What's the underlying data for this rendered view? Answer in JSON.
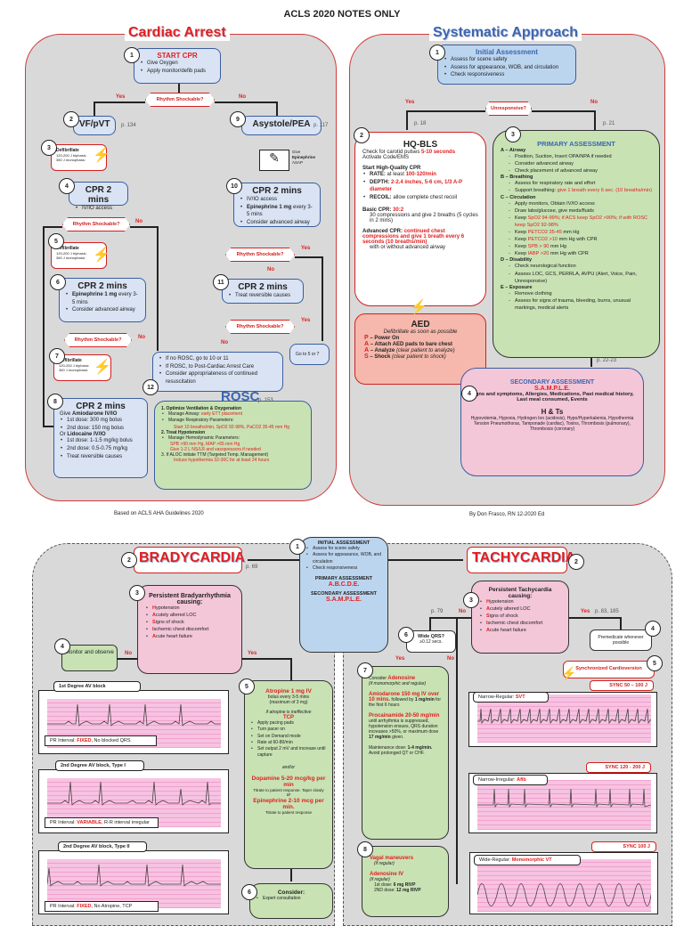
{
  "page_title": "ACLS 2020 NOTES ONLY",
  "cardiac_arrest": {
    "title": "Cardiac Arrest",
    "step1": {
      "num": "1",
      "title": "START CPR",
      "items": [
        "Give Oxygen",
        "Apply monitor/defib pads"
      ]
    },
    "shockable_q": "Rhythm Shockable?",
    "yes": "Yes",
    "no": "No",
    "step2": {
      "num": "2",
      "title": "VF/pVT",
      "page": "p. 134"
    },
    "step3": {
      "num": "3",
      "title": "Defibrillate",
      "l1": "120-200 J biphasic",
      "l2": "360 J monophasic"
    },
    "step4": {
      "num": "4",
      "title": "CPR 2 mins",
      "items": [
        "IV/IO access"
      ]
    },
    "step5": {
      "num": "5",
      "title": "Defibrillate",
      "l1": "120-200 J biphasic",
      "l2": "360 J monophasic"
    },
    "step6": {
      "num": "6",
      "title": "CPR 2 mins",
      "b1": "Epinephrine 1 mg",
      "b1s": " every 3-5 mins",
      "b2": "Consider advanced airway"
    },
    "step7": {
      "num": "7",
      "title": "Defibrillate",
      "l1": "120-200 J biphasic",
      "l2": "360 J monophasic"
    },
    "step8": {
      "num": "8",
      "title": "CPR 2 mins",
      "give": "Give ",
      "amio": "Amiodarone IV/IO",
      "a1": "1st dose: 300 mg bolus",
      "a2": "2nd dose: 150 mg bolus",
      "or": "Or ",
      "lido": "Lidocaine IV/IO",
      "l1": "1st dose: 1-1.5 mg/kg bolus",
      "l2": "2nd dose: 0.5-0.75 mg/kg",
      "l3": "Treat reversible causes"
    },
    "step9": {
      "num": "9",
      "title": "Asystole/PEA",
      "page": "p. 117"
    },
    "epi_give": {
      "l1": "Give",
      "l2": "Epinephrine",
      "l3": "ASAP"
    },
    "step10": {
      "num": "10",
      "title": "CPR 2 mins",
      "i1": "IV/IO access",
      "i2b": "Epinephrine 1 mg",
      "i2": " every 3-5 mins",
      "i3": "Consider advanced airway"
    },
    "step11": {
      "num": "11",
      "title": "CPR 2 mins",
      "items": [
        "Treat reversible causes"
      ]
    },
    "goto": "Go to 5 or 7",
    "step12": {
      "num": "12",
      "items": [
        "If no ROSC, go to 10 or 11",
        "If ROSC, to Post-Cardiac Arrest Care",
        "Consider appropriateness of continued resuscitation"
      ]
    },
    "rosc": {
      "title": "ROSC",
      "page": "p. 153",
      "h1": "1.  Optimize Ventilation & Oxygenation",
      "i1": "Manage Airway: ",
      "i1r": "early ETT placement",
      "i2": "Manage Respiratory Parameters:",
      "i2r": "Start 10 breaths/min, SpO2 92-98%, PaCO2 35-45 mm Hg",
      "h2": "2.  Treat Hypotension",
      "i3": "Manage Hemodynamic Parameters:",
      "i3r1": "SPB >90 mm Hg, MAP >65 mm Hg",
      "i3r2": "Give 1-2 L NS/LR and vasopressors if needed",
      "h3": "3.  If ALOC initiate TTM (Targeted Temp. Management)",
      "h3r": "Induce hypothermia 32-36C for at least 24 hours"
    },
    "footer": "Based on ACLS AHA Guidelines 2020"
  },
  "systematic": {
    "title": "Systematic Approach",
    "step1": {
      "num": "1",
      "title": "Initial Assessment",
      "items": [
        "Assess for scene safety",
        "Assess for appearance, WOB, and circulation",
        "Check responsiveness"
      ]
    },
    "question": "Unresponsive?",
    "yes": "Yes",
    "no": "No",
    "p_left": "p. 18",
    "p_right": "p. 21",
    "p_bottom": "p. 22-23",
    "bls": {
      "num": "2",
      "title": "HQ-BLS",
      "l1": "Check for carotid pulses ",
      "l1r": "5-10 seconds",
      "l2": "Activate Code/EMS",
      "h1": "Start High-Quality CPR",
      "rate": "RATE:",
      "rate_t": " at least ",
      "rate_r": "100-120/min",
      "depth": "DEPTH:",
      "depth_r": " 2-2.4 inches, 5-6 cm, 1/3 A-P diameter",
      "recoil": "RECOIL:",
      "recoil_t": " allow complete chest recoil",
      "basic": "Basic CPR: ",
      "basic_r": "30:2",
      "basic_t": "30 compressions and give 2 breaths (5 cycles in 2 mins)",
      "adv": "Advanced CPR: ",
      "adv_r": "continued chest compressions and give 1 breath every 6 seconds (10 breaths/min)",
      "adv_t": "with or without advanced airway"
    },
    "aed": {
      "title": "AED",
      "sub": "Defibrillate as soon as possible",
      "items": [
        {
          "k": "P",
          "t": " – Power On",
          "i": ""
        },
        {
          "k": "A",
          "t": " – Attach AED pads to bare chest",
          "i": ""
        },
        {
          "k": "A",
          "t": " – Analyze ",
          "i": "(clear patient to analyze)"
        },
        {
          "k": "S",
          "t": " – Shock ",
          "i": "(clear patient to shock)"
        }
      ]
    },
    "primary": {
      "num": "3",
      "title": "PRIMARY ASSESSMENT",
      "a": "A – Airway",
      "a1": "Position, Suction, Insert OPA/NPA if needed",
      "a2": "Consider advanced airway",
      "a3": "Check placement of advanced airway",
      "b": "B – Breathing",
      "b1": "Assess for respiratory rate and effort",
      "b2": "Support breathing: ",
      "b2r": "give 1 breath every 6 sec. (10 breaths/min)",
      "c": "C – Circulation",
      "c1": "Apply monitors, Obtain IV/IO access",
      "c2": "Draw labs/glucose, give meds/fluids",
      "c3": "Keep ",
      "c3r": "SpO2 94-99%; if ACS keep SpO2 >90%; if with ROSC keep SpO2 92-98%",
      "c4r": "PETCO2 35-45",
      "c4": " mm Hg",
      "c5r": "PETCO2 >10",
      "c5": " mm Hg with CPR",
      "c6r": "SPB > 90",
      "c6": " mm Hg",
      "c7r": "IABP >20",
      "c7": " mm Hg with CPR",
      "d": "D – Disability",
      "d1": "Check neurological function",
      "d2": "Assess LOC, GCS, PERRLA, AVPU (Alert, Voice, Pain, Unresponsive)",
      "e": "E – Exposure",
      "e1": "Remove clothing",
      "e2": "Assess for signs of trauma, bleeding, burns, unusual markings, medical alerts"
    },
    "secondary": {
      "num": "4",
      "title": "SECONDARY ASSESSMENT",
      "sample": "S.A.M.P.L.E.",
      "sample_t": "Signs and symptoms, Allergies, Medications, Past medical history, Last meal consumed, Events",
      "hts": "H & Ts",
      "hts_t": "Hypovolemia, Hypoxia, Hydrogen Ion (acidosis), Hypo/Hyperkalemia, Hypothermia Tension Pneumothorax, Tamponade (cardiac), Toxins, Thrombosis (pulmonary), Thrombosis (coronary)"
    },
    "footer": "By Don Frasco, RN 12-2020 Ed"
  },
  "center": {
    "num": "1",
    "title": "INITIAL ASSESSMENT",
    "items": [
      "Assess for scene safety",
      "Assess for appearance, WOB, and circulation",
      "Check responsiveness"
    ],
    "primary": "PRIMARY ASSESSMENT",
    "abcde": "A.B.C.D.E.",
    "secondary": "SECONDARY ASSESSMENT",
    "sample": "S.A.M.P.L.E."
  },
  "brady": {
    "num": "2",
    "title": "BRADYCARDIA",
    "page": "p. 69",
    "s3": {
      "num": "3",
      "title": "Persistent Bradyarrhythmia causing:",
      "items": [
        {
          "k": "H",
          "t": "ypotension"
        },
        {
          "k": "A",
          "t": "cutely altered LOC"
        },
        {
          "k": "S",
          "t": "igns of shock"
        },
        {
          "k": "I",
          "t": "schemic chest discomfort"
        },
        {
          "k": "A",
          "t": "cute heart failure"
        }
      ]
    },
    "no": "No",
    "yes": "Yes",
    "s4": {
      "num": "4",
      "title": "Monitor and observe"
    },
    "ecg": [
      {
        "title": "1st Degree AV block",
        "lbl": "PR Interval: ",
        "lblr": "FIXED",
        "lblt": ", No blocked QRS"
      },
      {
        "title": "2nd Degree AV block, Type I",
        "lbl": "PR Interval: ",
        "lblr": "VARIABLE",
        "lblt": ", R-R interval irregular"
      },
      {
        "title": "2nd Degree AV block, Type II",
        "lbl": "PR Interval: ",
        "lblr": "FIXED",
        "lblt": ", No Atropine, TCP"
      }
    ],
    "s5": {
      "num": "5",
      "atro": "Atropine 1 mg IV",
      "atro1": "bolus every 3-5 mins",
      "atro2": "(maximum of 3 mg)",
      "ineff": "if atropine is ineffective",
      "tcp": "TCP",
      "items": [
        "Apply pacing pads",
        "Turn pacer on",
        "Set on Demand mode",
        "Rate at 60-80/min",
        "Set output 2 mV and increase until capture"
      ],
      "andor": "and/or",
      "dopa": "Dopamine 5-20 mcg/kg per min",
      "dopa_t": "Titrate to patient response. Taper slowly",
      "or": "or",
      "epi": "Epinephrine 2-10 mcg per min.",
      "epi_t": "Titrate to patient response"
    },
    "s6": {
      "num": "6",
      "title": "Consider:",
      "items": [
        "Expert consultation"
      ]
    }
  },
  "tachy": {
    "num": "2",
    "title": "TACHYCARDIA",
    "s3": {
      "num": "3",
      "title": "Persistent Tachycardia causing:",
      "items": [
        {
          "k": "H",
          "t": "ypotension"
        },
        {
          "k": "A",
          "t": "cutely altered LOC"
        },
        {
          "k": "S",
          "t": "igns of shock"
        },
        {
          "k": "I",
          "t": "schemic chest discomfort"
        },
        {
          "k": "A",
          "t": "cute heart failure"
        }
      ]
    },
    "no": "No",
    "yes": "Yes",
    "page_yes": "p. 83, 185",
    "page_no": "p. 79",
    "s4": {
      "num": "4",
      "title": "Premedicate whenever possible"
    },
    "s5": {
      "num": "5",
      "title": "Synchronized Cardioversion"
    },
    "s6": {
      "num": "6",
      "title": "Wide QRS?",
      "sub": "≥0.12 secs."
    },
    "s7": {
      "num": "7",
      "consider": "Consider ",
      "aden": "Adenosine",
      "aden_i": "(if monomorphic and regular)",
      "amio": "Amiodarone 150 mg IV over 10 mins.",
      "amio_t": " followed by ",
      "amio_b": "1 mg/min",
      "amio_t2": " for the first 6 hours",
      "proc": "Procainamide 20-50 mg/min",
      "proc_t": " until arrhythmia is suppressed, hypotension ensues, QRS duration increases >50%, or maximum dose ",
      "proc_b": "17 mg/min",
      "proc_t2": " given.",
      "maint": "Maintenance dose: ",
      "maint_b": "1-4 mg/min.",
      "maint_t": " Avoid prolonged QT or CHF."
    },
    "s8": {
      "num": "8",
      "vagal": "Vagal maneuvers",
      "vagal_i": "(if regular)",
      "aden": "Adenosine IV",
      "aden_i": "(if regular)",
      "d1": "1st dose: ",
      "d1b": "6 mg RIVP",
      "d2": "2ND dose: ",
      "d2b": "12 mg RIVP"
    },
    "ecg": [
      {
        "sync": "SYNC 50 – 100 J",
        "lbl": "Narrow-Regular: ",
        "lblr": "SVT"
      },
      {
        "sync": "SYNC 120 - 200 J",
        "lbl": "Narrow-Irregular: ",
        "lblr": "Afib"
      },
      {
        "sync": "SYNC 100 J",
        "lbl": "Wide-Regular: ",
        "lblr": "Monomorphic VT"
      }
    ]
  }
}
